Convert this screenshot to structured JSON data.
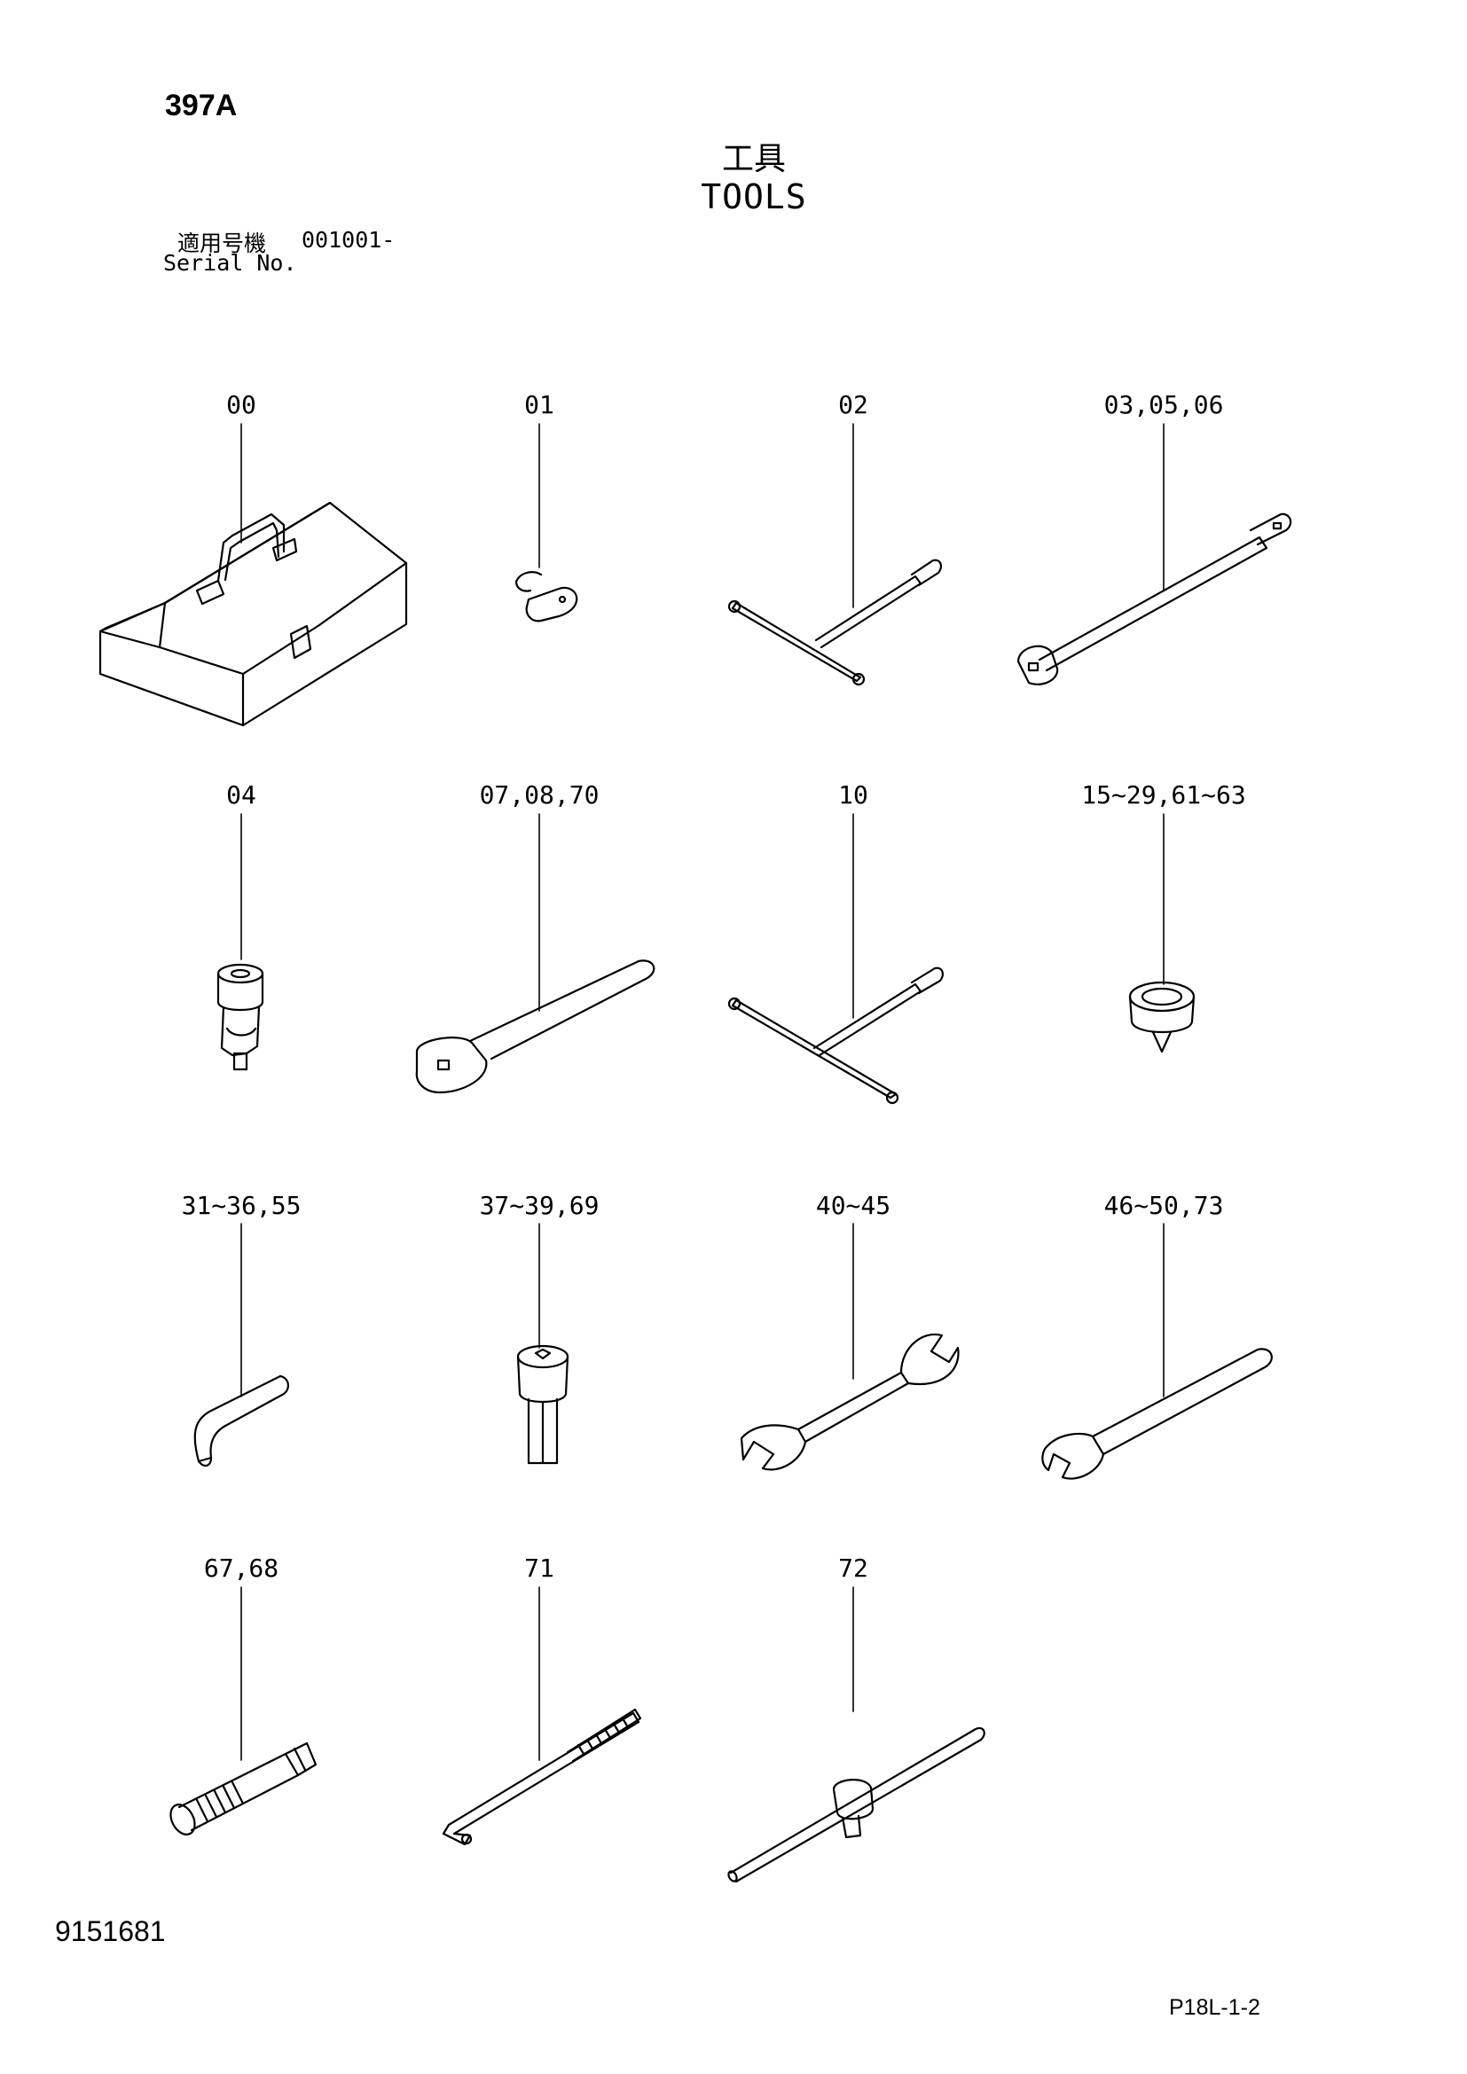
{
  "header": {
    "code": "397A",
    "title_jp": "工具",
    "title_en": "TOOLS",
    "serial_label_jp": "適用号機",
    "serial_value": "001001-",
    "serial_label_en": "Serial No."
  },
  "callouts": [
    {
      "label": "00",
      "icon": "toolbox-icon"
    },
    {
      "label": "01",
      "icon": "key-icon"
    },
    {
      "label": "02",
      "icon": "t-handle-socket-wrench-icon"
    },
    {
      "label": "03,05,06",
      "icon": "extension-bar-icon"
    },
    {
      "label": "04",
      "icon": "universal-joint-icon"
    },
    {
      "label": "07,08,70",
      "icon": "ratchet-handle-icon"
    },
    {
      "label": "10",
      "icon": "t-handle-socket-wrench-icon"
    },
    {
      "label": "15~29,61~63",
      "icon": "socket-icon"
    },
    {
      "label": "31~36,55",
      "icon": "hex-key-icon"
    },
    {
      "label": "37~39,69",
      "icon": "hex-bit-socket-icon"
    },
    {
      "label": "40~45",
      "icon": "double-open-end-wrench-icon"
    },
    {
      "label": "46~50,73",
      "icon": "single-open-end-wrench-icon"
    },
    {
      "label": "67,68",
      "icon": "threaded-adapter-icon"
    },
    {
      "label": "71",
      "icon": "threaded-rod-icon"
    },
    {
      "label": "72",
      "icon": "sliding-t-handle-icon"
    }
  ],
  "footer": {
    "doc_number": "9151681",
    "page_ref": "P18L-1-2"
  }
}
